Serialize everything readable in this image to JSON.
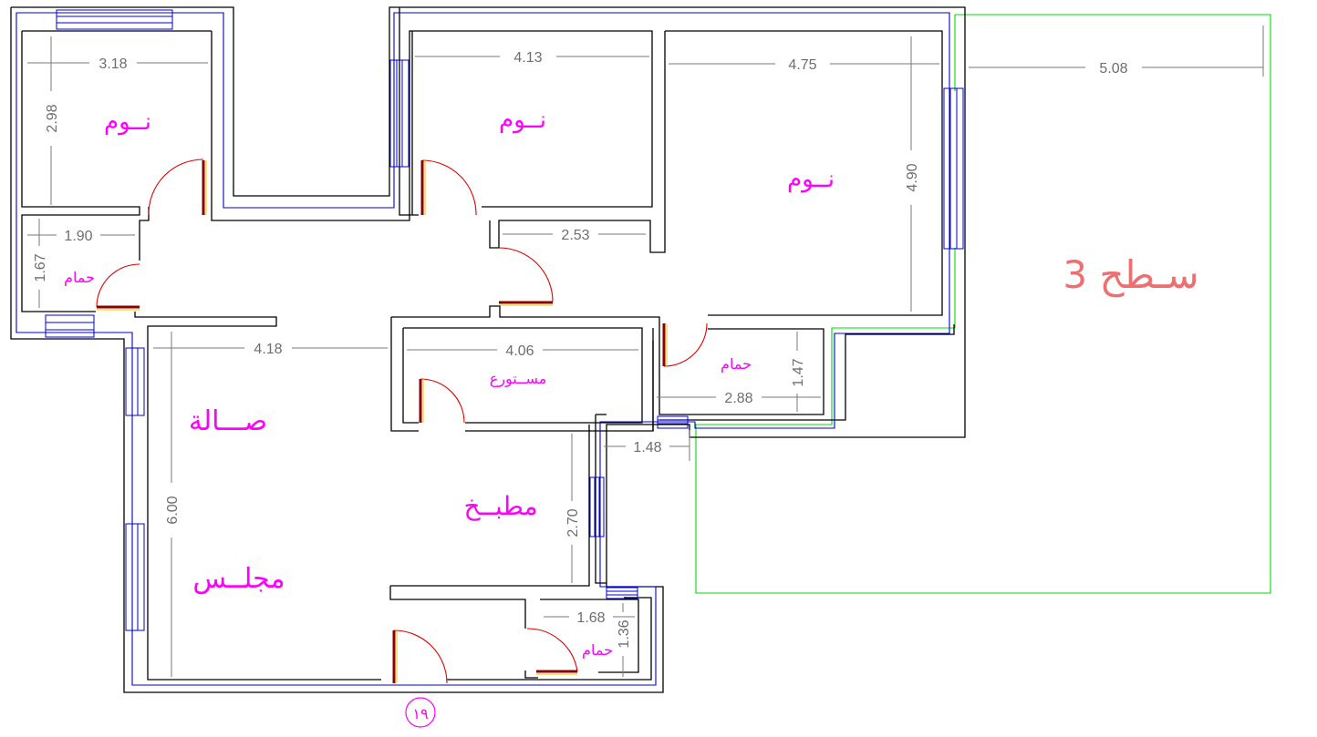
{
  "rooms": {
    "bedroom_1": "نــوم",
    "bedroom_2": "نــوم",
    "bedroom_3": "نــوم",
    "bath_1": "حمام",
    "bath_2": "حمام",
    "bath_3": "حمام",
    "storage": "مســتورع",
    "hall": "صـــالة",
    "kitchen": "مطبــخ",
    "majlis": "مجلــس",
    "roof": "سـطح 3"
  },
  "dimensions": {
    "bed1_w": "3.18",
    "bed1_h": "2.98",
    "bed2_w": "4.13",
    "bed3_w": "4.75",
    "bed3_h": "4.90",
    "roof_w": "5.08",
    "bath1_w": "1.90",
    "bath1_h": "1.67",
    "corridor_w": "2.53",
    "hall_w": "4.18",
    "storage_w": "4.06",
    "bath2_w": "2.88",
    "bath2_h": "1.47",
    "kitchen_gap": "1.48",
    "kitchen_h": "2.70",
    "hall_h": "6.00",
    "bath3_w": "1.68",
    "bath3_h": "1.36"
  },
  "unit_number": "١٩",
  "colors": {
    "walls": "#000000",
    "outline": "#0000cc",
    "roof_outline": "#00dd00",
    "labels": "#ff00ff",
    "roof_label": "#ee6f6f",
    "dimensions": "#7a7a7a",
    "door_swing": "#e00000"
  }
}
